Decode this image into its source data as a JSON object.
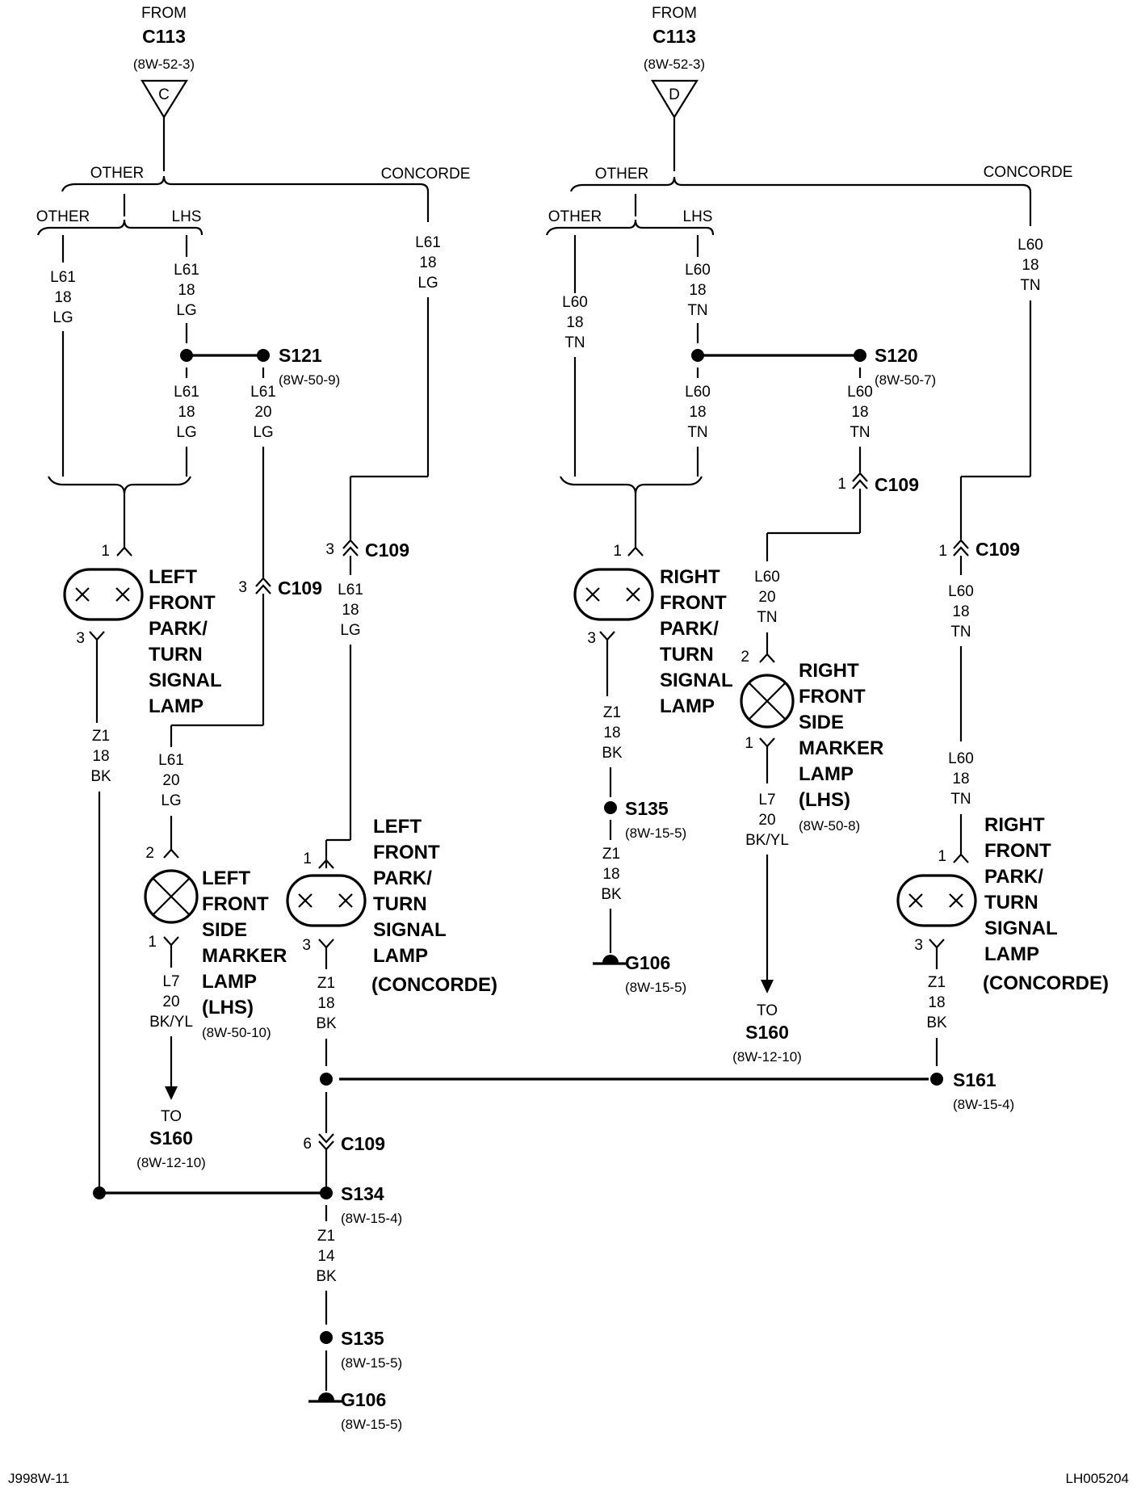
{
  "sources": [
    {
      "from": "FROM",
      "connector": "C113",
      "ref": "(8W-52-3)",
      "pin": "C"
    },
    {
      "from": "FROM",
      "connector": "C113",
      "ref": "(8W-52-3)",
      "pin": "D"
    }
  ],
  "branches": {
    "left_other": "OTHER",
    "left_concorde": "CONCORDE",
    "left_other2": "OTHER",
    "left_lhs": "LHS",
    "right_other": "OTHER",
    "right_concorde": "CONCORDE",
    "right_other2": "OTHER",
    "right_lhs": "LHS"
  },
  "wires": {
    "w1": [
      "L61",
      "18",
      "LG"
    ],
    "w2": [
      "L61",
      "18",
      "LG"
    ],
    "w3": [
      "L61",
      "18",
      "LG"
    ],
    "w4": [
      "L61",
      "18",
      "LG"
    ],
    "w5": [
      "L61",
      "20",
      "LG"
    ],
    "w6": [
      "L61",
      "18",
      "LG"
    ],
    "w7": [
      "L61",
      "20",
      "LG"
    ],
    "w8": [
      "Z1",
      "18",
      "BK"
    ],
    "w9": [
      "L7",
      "20",
      "BK/YL"
    ],
    "w10": [
      "Z1",
      "18",
      "BK"
    ],
    "w11": [
      "Z1",
      "14",
      "BK"
    ],
    "w12": [
      "L60",
      "18",
      "TN"
    ],
    "w13": [
      "L60",
      "18",
      "TN"
    ],
    "w14": [
      "L60",
      "18",
      "TN"
    ],
    "w15": [
      "L60",
      "18",
      "TN"
    ],
    "w16": [
      "L60",
      "18",
      "TN"
    ],
    "w17": [
      "L60",
      "20",
      "TN"
    ],
    "w18": [
      "L60",
      "18",
      "TN"
    ],
    "w19": [
      "L60",
      "18",
      "TN"
    ],
    "w20": [
      "Z1",
      "18",
      "BK"
    ],
    "w21": [
      "Z1",
      "18",
      "BK"
    ],
    "w22": [
      "L7",
      "20",
      "BK/YL"
    ],
    "w23": [
      "Z1",
      "18",
      "BK"
    ]
  },
  "splices": {
    "s121": {
      "name": "S121",
      "ref": "(8W-50-9)"
    },
    "s120": {
      "name": "S120",
      "ref": "(8W-50-7)"
    },
    "s135a": {
      "name": "S135",
      "ref": "(8W-15-5)"
    },
    "s161": {
      "name": "S161",
      "ref": "(8W-15-4)"
    },
    "s134": {
      "name": "S134",
      "ref": "(8W-15-4)"
    },
    "s135b": {
      "name": "S135",
      "ref": "(8W-15-5)"
    }
  },
  "grounds": {
    "g106a": {
      "name": "G106",
      "ref": "(8W-15-5)"
    },
    "g106b": {
      "name": "G106",
      "ref": "(8W-15-5)"
    }
  },
  "connectors": {
    "c109_a": {
      "pin": "3",
      "name": "C109"
    },
    "c109_b": {
      "pin": "3",
      "name": "C109"
    },
    "c109_c": {
      "pin": "1",
      "name": "C109"
    },
    "c109_d": {
      "pin": "1",
      "name": "C109"
    },
    "c109_e": {
      "pin": "6",
      "name": "C109"
    }
  },
  "offpage": {
    "left": {
      "to": "TO",
      "name": "S160",
      "ref": "(8W-12-10)"
    },
    "right": {
      "to": "TO",
      "name": "S160",
      "ref": "(8W-12-10)"
    }
  },
  "components": {
    "lf_park": {
      "lines": [
        "LEFT",
        "FRONT",
        "PARK/",
        "TURN",
        "SIGNAL",
        "LAMP"
      ],
      "pin_in": "1",
      "pin_out": "3"
    },
    "lf_marker": {
      "lines": [
        "LEFT",
        "FRONT",
        "SIDE",
        "MARKER",
        "LAMP",
        "(LHS)"
      ],
      "ref": "(8W-50-10)",
      "pin_in": "2",
      "pin_out": "1"
    },
    "lf_park_concorde": {
      "lines": [
        "LEFT",
        "FRONT",
        "PARK/",
        "TURN",
        "SIGNAL",
        "LAMP",
        "(CONCORDE)"
      ],
      "pin_in": "1",
      "pin_out": "3"
    },
    "rf_park": {
      "lines": [
        "RIGHT",
        "FRONT",
        "PARK/",
        "TURN",
        "SIGNAL",
        "LAMP"
      ],
      "pin_in": "1",
      "pin_out": "3"
    },
    "rf_marker": {
      "lines": [
        "RIGHT",
        "FRONT",
        "SIDE",
        "MARKER",
        "LAMP",
        "(LHS)"
      ],
      "ref": "(8W-50-8)",
      "pin_in": "2",
      "pin_out": "1"
    },
    "rf_park_concorde": {
      "lines": [
        "RIGHT",
        "FRONT",
        "PARK/",
        "TURN",
        "SIGNAL",
        "LAMP",
        "(CONCORDE)"
      ],
      "pin_in": "1",
      "pin_out": "3"
    }
  },
  "footer": {
    "left": "J998W-11",
    "right": "LH005204"
  }
}
